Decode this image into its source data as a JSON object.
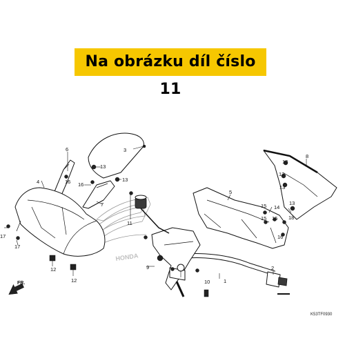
{
  "banner": {
    "text": "Na obrázku díl číslo 11",
    "background": "#f6c700"
  },
  "callouts": [
    "6",
    "3",
    "4",
    "16",
    "13",
    "16",
    "7",
    "13",
    "11",
    "17",
    "17",
    "12",
    "12",
    "9",
    "10",
    "1",
    "2",
    "5",
    "8",
    "13",
    "13",
    "13",
    "13",
    "15",
    "14",
    "15",
    "15",
    "18",
    "16"
  ],
  "brand_watermark": "HONDA",
  "direction_label": "FR.",
  "diagram_code": "K53TF0930"
}
